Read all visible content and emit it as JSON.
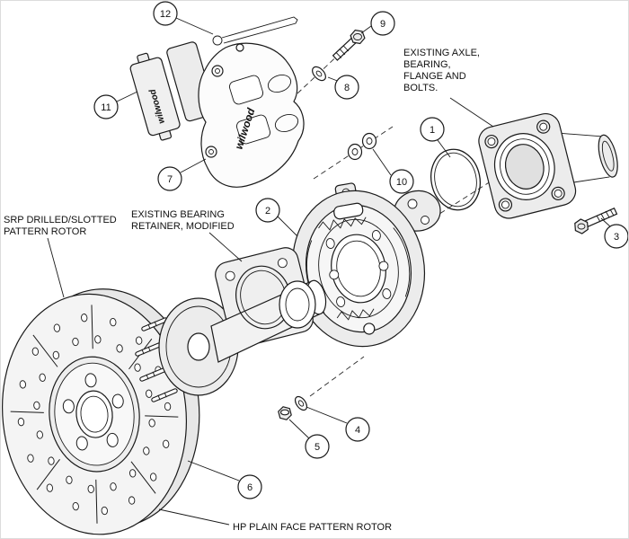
{
  "diagram": {
    "callouts": [
      "1",
      "2",
      "3",
      "4",
      "5",
      "6",
      "7",
      "8",
      "9",
      "10",
      "11",
      "12"
    ],
    "labels": {
      "axle_note": [
        "EXISTING AXLE,",
        "BEARING,",
        "FLANGE AND",
        "BOLTS."
      ],
      "retainer_note": [
        "EXISTING BEARING",
        "RETAINER, MODIFIED"
      ],
      "srp_note": [
        "SRP DRILLED/SLOTTED",
        "PATTERN ROTOR"
      ],
      "hp_note": "HP PLAIN FACE PATTERN ROTOR"
    },
    "brand": "wilwood"
  }
}
